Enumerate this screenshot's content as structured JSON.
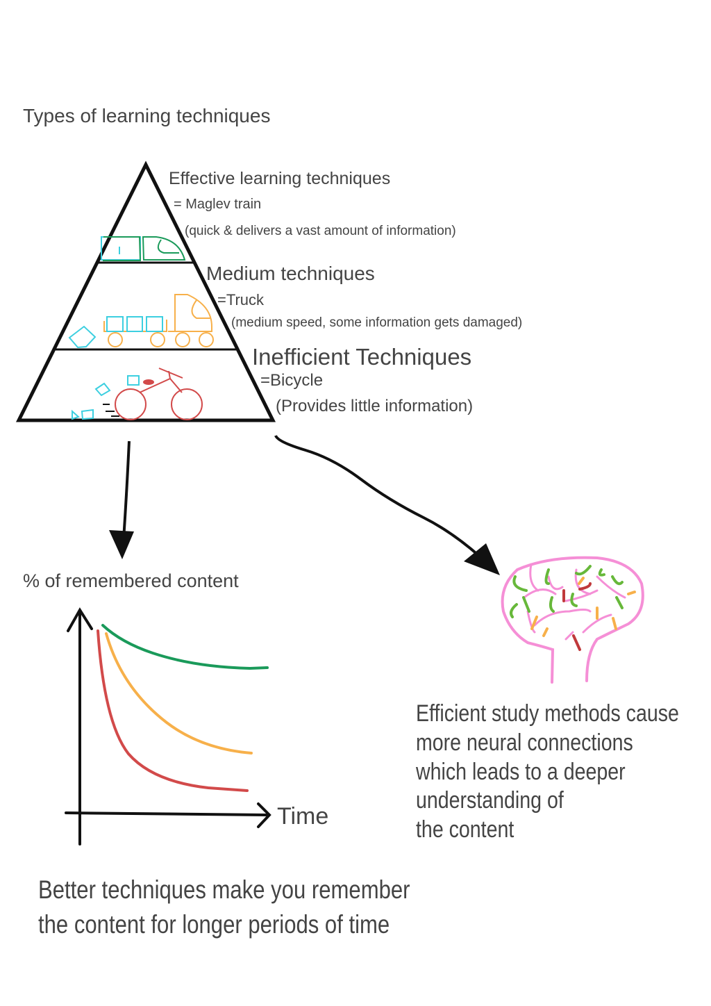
{
  "title": "Types of learning techniques",
  "pyramid": {
    "levels": [
      {
        "heading": "Effective learning techniques",
        "analogy": "= Maglev train",
        "description": "(quick & delivers a vast amount of information)"
      },
      {
        "heading": "Medium techniques",
        "analogy": "=Truck",
        "description": "(medium speed, some information gets damaged)"
      },
      {
        "heading": "Inefficient Techniques",
        "analogy": "=Bicycle",
        "description": "(Provides little information)"
      }
    ]
  },
  "graph": {
    "ylabel": "% of remembered content",
    "xlabel": "Time",
    "caption_lines": [
      "Better techniques make you remember",
      "the content for longer periods of time"
    ]
  },
  "brain": {
    "caption_lines": [
      "Efficient study methods cause",
      "more neural connections",
      "which leads to a deeper",
      "understanding of",
      "the content"
    ]
  },
  "colors": {
    "effective": "#1a9a5a",
    "medium": "#f7b04a",
    "inefficient": "#d24a4a",
    "info": "#3ccfe0",
    "brain": "#f58fd6",
    "ink": "#111111"
  }
}
